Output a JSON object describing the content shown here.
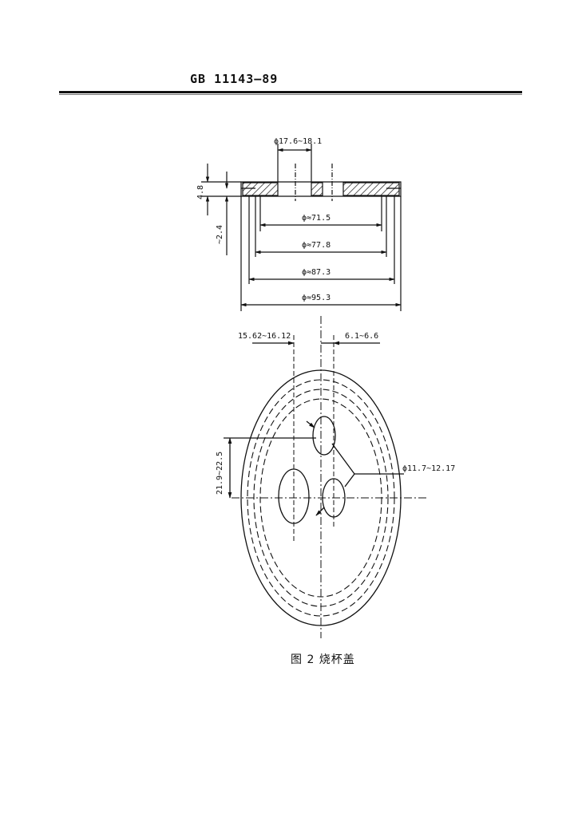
{
  "header": {
    "standard_code": "GB 11143—89"
  },
  "drawing": {
    "section_view": {
      "hole_diameter": "ϕ17.6~18.1",
      "thickness": "4.8",
      "step_depth": "~2.4",
      "dia_1": "ϕ≈71.5",
      "dia_2": "ϕ≈77.8",
      "dia_3": "ϕ≈87.3",
      "dia_4": "ϕ≈95.3"
    },
    "top_view": {
      "offset_left": "15.62~16.12",
      "offset_right": "6.1~6.6",
      "vertical_spacing": "21.9~22.5",
      "small_hole_diameter": "ϕ11.7~12.17"
    }
  },
  "figure": {
    "caption": "图 2  烧杯盖"
  }
}
